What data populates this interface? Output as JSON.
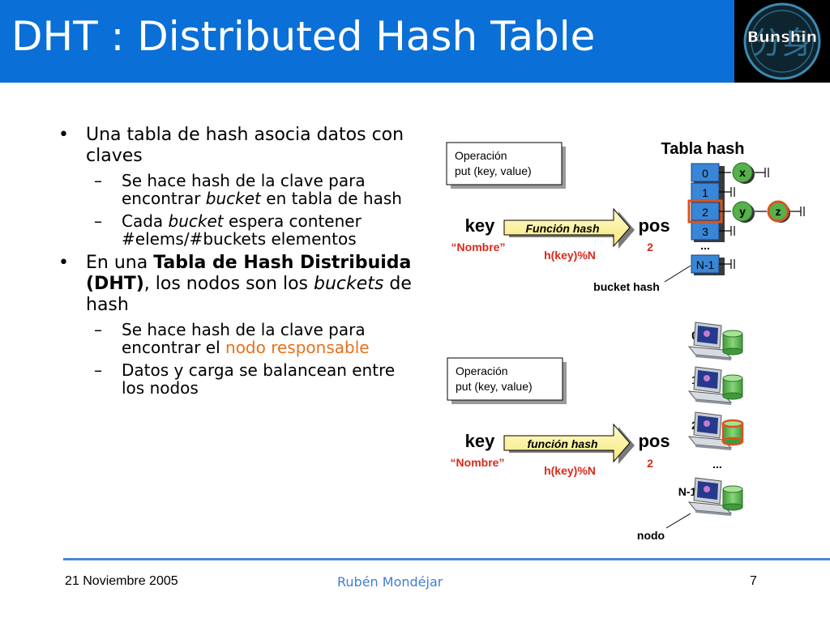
{
  "slide": {
    "title": "DHT : Distributed Hash Table",
    "logo_text": "Bunshin",
    "logo_kanji": "分身"
  },
  "bullets": {
    "b1_text": "Una tabla de hash asocia datos con claves",
    "b1_sub1_pre": "Se hace hash de la clave para encontrar ",
    "b1_sub1_em": "bucket",
    "b1_sub1_post": " en tabla de hash",
    "b1_sub2_pre": "Cada ",
    "b1_sub2_em": "bucket",
    "b1_sub2_post": " espera contener #elems/#buckets elementos",
    "b2_pre": "En una ",
    "b2_bold": "Tabla de Hash Distribuida (DHT)",
    "b2_mid": ", los nodos son los ",
    "b2_em": "buckets",
    "b2_post": " de hash",
    "b2_sub1_pre": "Se hace hash de la clave para encontrar el ",
    "b2_sub1_orange": "nodo responsable",
    "b2_sub2": "Datos y carga se balancean entre los nodos",
    "bullet_mark": "•",
    "dash_mark": "–"
  },
  "diagram_top": {
    "title": "Tabla hash",
    "op_line1": "Operación",
    "op_line2": "put (key, value)",
    "key": "key",
    "key_value": "“Nombre”",
    "func": "Función hash",
    "formula": "h(key)%N",
    "pos": "pos",
    "pos_value": "2",
    "buckets": [
      "0",
      "1",
      "2",
      "3"
    ],
    "ellipsis": "...",
    "last_bucket": "N-1",
    "chain_x": "x",
    "chain_y": "y",
    "chain_z": "z",
    "caption": "bucket hash"
  },
  "diagram_bottom": {
    "op_line1": "Operación",
    "op_line2": "put (key, value)",
    "key": "key",
    "key_value": "“Nombre”",
    "func": "función hash",
    "formula": "h(key)%N",
    "pos": "pos",
    "pos_value": "2",
    "nodes": [
      "0",
      "1",
      "2"
    ],
    "ellipsis": "...",
    "last_node": "N-1",
    "caption": "nodo"
  },
  "footer": {
    "date": "21 Noviembre 2005",
    "author": "Rubén Mondéjar",
    "page": "7"
  },
  "colors": {
    "title_bg": "#0a6fd6",
    "accent_red": "#d62a1a",
    "highlight_orange": "#d9531e",
    "bucket_blue": "#3a86d6",
    "chain_green": "#55b24a",
    "arrow_yellow": "#fff7a8"
  }
}
